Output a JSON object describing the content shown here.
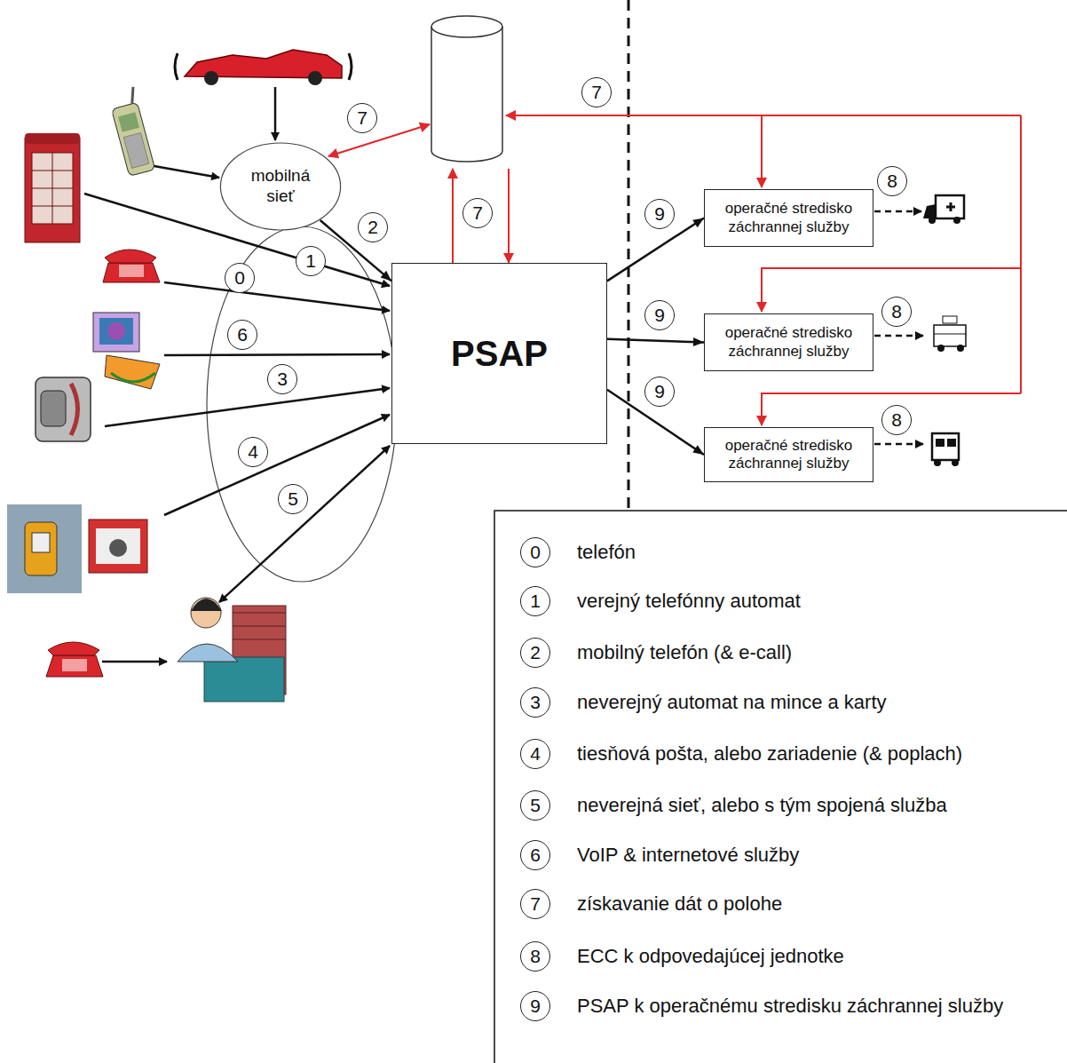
{
  "diagram": {
    "nodes": [
      {
        "text": [
          "mobilná sieť"
        ]
      },
      {
        "text": [
          "PSAP"
        ]
      },
      {
        "text": [
          "operačné stredisko záchrannej služby"
        ]
      },
      {
        "text": [
          "operačné stredisko záchrannej služby"
        ]
      },
      {
        "text": [
          "operačné stredisko záchrannej služby"
        ]
      }
    ],
    "edges": [
      {
        "from": 0,
        "to": 1,
        "arrow": "to",
        "label": "2"
      },
      {
        "from": 1,
        "to": 2,
        "arrow": "to",
        "label": "9"
      },
      {
        "from": 1,
        "to": 3,
        "arrow": "to",
        "label": "9"
      },
      {
        "from": 1,
        "to": 4,
        "arrow": "to",
        "label": "9"
      }
    ],
    "labels": [
      "7",
      "7",
      "7",
      "1",
      "0",
      "6",
      "3",
      "4",
      "5",
      "8",
      "8",
      "8",
      "0",
      "1",
      "2",
      "3",
      "4",
      "5",
      "6",
      "7",
      "8",
      "9"
    ],
    "legend": [
      {
        "text": "telefón"
      },
      {
        "text": "verejný telefónny automat"
      },
      {
        "text": "mobilný telefón (& e-call)"
      },
      {
        "text": "neverejný automat na mince a karty"
      },
      {
        "text": "tiesňová pošta, alebo zariadenie (& poplach)"
      },
      {
        "text": "neverejná sieť, alebo s tým spojená služba"
      },
      {
        "text": "VoIP & internetové služby"
      },
      {
        "text": "získavanie dát o polohe"
      },
      {
        "text": "ECC k odpovedajúcej jednotke"
      },
      {
        "text": "PSAP k operačnému stredisku záchrannej služby"
      }
    ]
  }
}
